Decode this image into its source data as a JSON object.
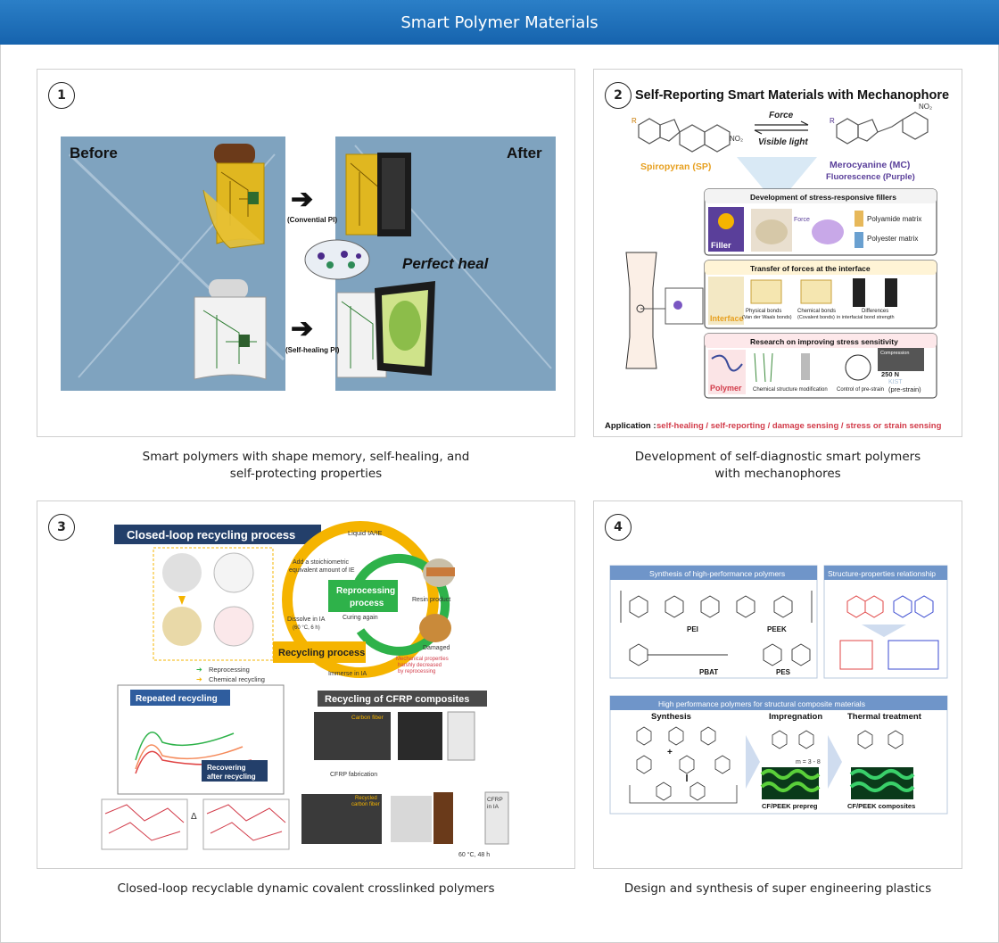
{
  "page": {
    "title": "Smart Polymer Materials"
  },
  "panels": [
    {
      "number": "1",
      "caption_line1": "Smart polymers with shape memory, self-healing, and",
      "caption_line2": "self-protecting properties",
      "figure": {
        "before": "Before",
        "after": "After",
        "conventional": "(Convential PI)",
        "selfhealing": "(Self-healing PI)",
        "perfect_heal": "Perfect heal"
      }
    },
    {
      "number": "2",
      "caption_line1": "Development of self-diagnostic smart polymers",
      "caption_line2": "with mechanophores",
      "figure": {
        "title": "Self-Reporting Smart Materials with Mechanophore",
        "force": "Force",
        "visible_light": "Visible light",
        "sp": "Spiropyran (SP)",
        "mc": "Merocyanine (MC)",
        "mc_sub": "Fluorescence (Purple)",
        "box1_title": "Development of stress-responsive fillers",
        "filler": "Filler",
        "polyamide": "Polyamide matrix",
        "polyester": "Polyester matrix",
        "box2_title": "Transfer of forces at the interface",
        "interface": "Interface",
        "physical": "Physical bonds",
        "physical_sub": "(Van der Waals bonds)",
        "chemical": "Chemical bonds",
        "chemical_sub": "(Covalent bonds)",
        "differences": "Differences",
        "differences_sub": "in interfacial bond strength",
        "box3_title": "Research on improving stress sensitivity",
        "polymer": "Polymer",
        "chem_mod": "Chemical structure modification",
        "prestrain": "Control of pre-strain",
        "compression": "Compression",
        "n250": "250 N",
        "kist": "KIST",
        "pre_strain": "(pre-strain)",
        "app_label": "Application :",
        "app_text": "self-healing / self-reporting / damage sensing / stress or strain sensing"
      }
    },
    {
      "number": "3",
      "caption_line1": "Closed-loop recyclable dynamic covalent crosslinked polymers",
      "caption_line2": "",
      "figure": {
        "title": "Closed-loop recycling process",
        "liquid": "Liquid IA/IE",
        "add": "Add a stoichiometric",
        "add2": "equivalent amount of IE",
        "reprocessing": "Reprocessing",
        "process": "process",
        "resin": "Resin product",
        "curing": "Curing again",
        "damaged": "Damaged",
        "dissolve": "Dissolve in IA",
        "dissolve2": "(60 °C, 6 h)",
        "recycling": "Recycling process",
        "immerse": "Immerse in IA",
        "mech1": "Mechanical properties",
        "mech2": "harshly decreased",
        "mech3": "by reprocessing",
        "legend1": "Reprocessing",
        "legend2": "Chemical recycling",
        "repeated": "Repeated recycling",
        "recovering": "Recovering",
        "recovering2": "after recycling",
        "cfrp_title": "Recycling of CFRP composites",
        "carbon": "Carbon fiber",
        "cfrp_fab": "CFRP fabrication",
        "recycled": "Recycled",
        "recycled2": "carbon fiber",
        "cfrp_ia": "CFRP",
        "cfrp_ia2": "in IA",
        "cond": "60 °C, 48 h",
        "delta": "Δ"
      }
    },
    {
      "number": "4",
      "caption_line1": "Design and synthesis of super engineering plastics",
      "caption_line2": "",
      "figure": {
        "synth_title": "Synthesis of high-performance polymers",
        "struct_title": "Structure-properties relationship",
        "pei": "PEI",
        "peek": "PEEK",
        "pbat": "PBAT",
        "pes": "PES",
        "hp_title": "High performance polymers for structural composite materials",
        "synthesis": "Synthesis",
        "impregnation": "Impregnation",
        "thermal": "Thermal treatment",
        "m_range": "m = 3 - 8",
        "prepreg": "CF/PEEK prepreg",
        "composites": "CF/PEEK composites"
      }
    }
  ],
  "colors": {
    "header": "#1f6fba",
    "accent_blue": "#2f5d9e",
    "recycle_yellow": "#f5b400",
    "reprocess_green": "#2eb24a"
  }
}
